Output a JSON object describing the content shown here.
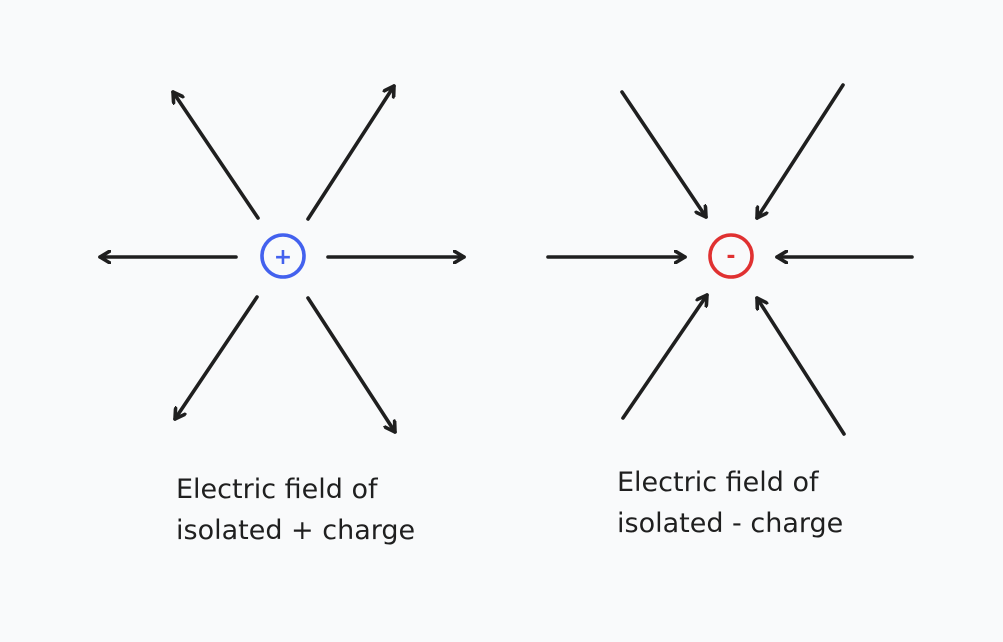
{
  "colors": {
    "background": "#f9fafb",
    "arrow": "#1f1f1f",
    "positive_charge": "#4361ee",
    "negative_charge": "#e03131",
    "text": "#1f1f1f"
  },
  "positive_charge": {
    "sign": "+",
    "caption_line1": "Electric field of",
    "caption_line2": "isolated + charge",
    "field_direction": "outward"
  },
  "negative_charge": {
    "sign": "-",
    "caption_line1": "Electric field of",
    "caption_line2": "isolated - charge",
    "field_direction": "inward"
  }
}
